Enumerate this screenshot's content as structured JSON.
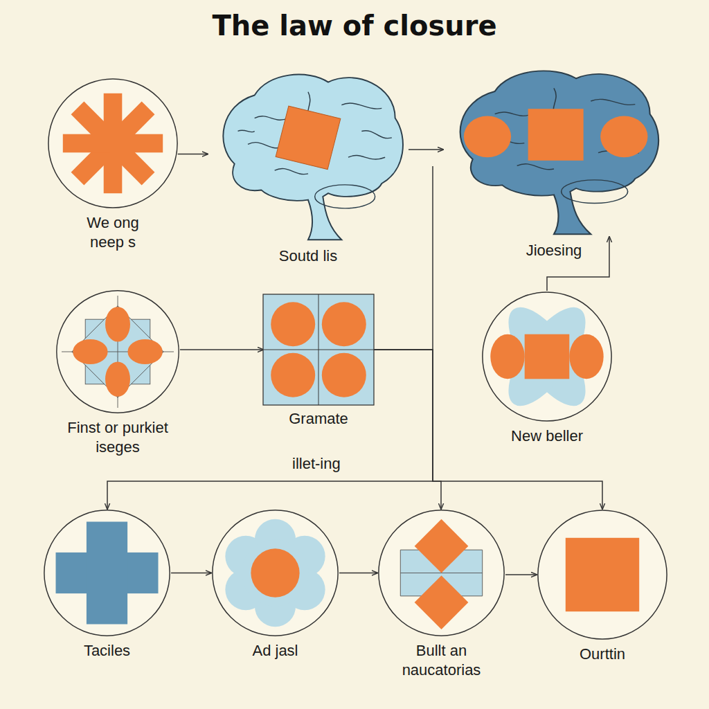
{
  "diagram": {
    "title": "The law of closure",
    "nodes": [
      {
        "text": [
          "We ong neep s"
        ]
      },
      {
        "text": [
          "Soutd lis"
        ]
      },
      {
        "text": [
          "Jioesing"
        ]
      },
      {
        "text": [
          "Finst or purkiet iseges"
        ]
      },
      {
        "text": [
          "Gramate"
        ]
      },
      {
        "text": [
          "New beller"
        ]
      },
      {
        "text": [
          "Taciles"
        ]
      },
      {
        "text": [
          "Ad jasl"
        ]
      },
      {
        "text": [
          "Bullt an naucatorias"
        ]
      },
      {
        "text": [
          "Ourttin"
        ]
      }
    ],
    "edges": [
      {
        "from": 0,
        "to": 1,
        "arrow": "to"
      },
      {
        "from": 1,
        "to": 2,
        "arrow": "to"
      },
      {
        "from": 3,
        "to": 4,
        "arrow": "to"
      },
      {
        "from": 5,
        "to": 2,
        "arrow": "to"
      },
      {
        "from": 4,
        "to": 6,
        "arrow": "to"
      },
      {
        "from": 4,
        "to": 8,
        "arrow": "to"
      },
      {
        "from": 4,
        "to": 9,
        "arrow": "to"
      },
      {
        "from": 6,
        "to": 7,
        "arrow": "to"
      },
      {
        "from": 7,
        "to": 8,
        "arrow": "to"
      },
      {
        "from": 8,
        "to": 9,
        "arrow": "to"
      }
    ],
    "labels": [
      "illet-ing"
    ]
  }
}
